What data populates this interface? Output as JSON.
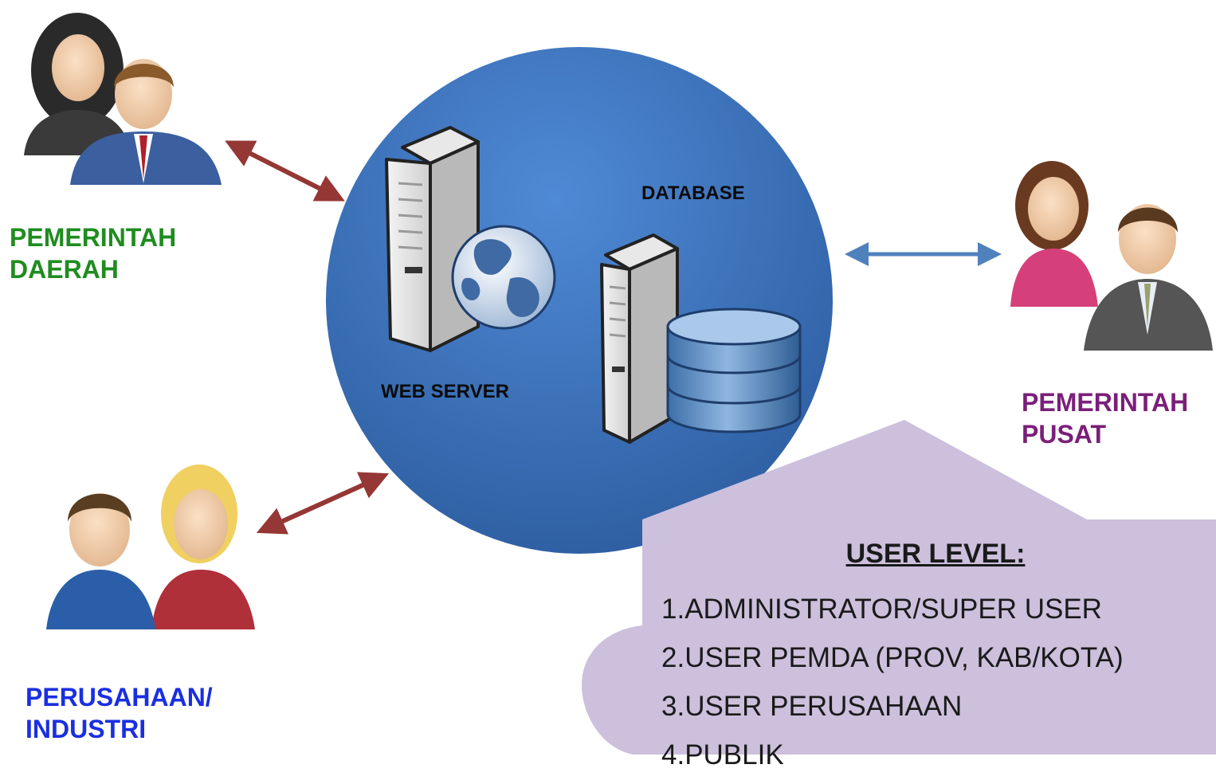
{
  "colors": {
    "server_circle": "#3a6fb5",
    "callout_fill": "#ccc0dd",
    "arrow_red": "#953735",
    "arrow_blue": "#4f81bd",
    "pemerintah_daerah": "#1f8c1f",
    "pemerintah_pusat": "#7a1f7a",
    "perusahaan": "#1a2fe0"
  },
  "actors": {
    "pemerintah_daerah": "PEMERINTAH\nDAERAH",
    "pemerintah_pusat": "PEMERINTAH\nPUSAT",
    "perusahaan": "PERUSAHAAN/\nINDUSTRI"
  },
  "server": {
    "web_server_label": "WEB SERVER",
    "database_label": "DATABASE"
  },
  "user_level": {
    "title": "USER LEVEL:",
    "items": [
      "1.ADMINISTRATOR/SUPER USER",
      "2.USER PEMDA (PROV, KAB/KOTA)",
      "3.USER PERUSAHAAN",
      "4.PUBLIK"
    ]
  },
  "icons": [
    "two-people-icon",
    "web-server-icon",
    "globe-icon",
    "database-server-icon",
    "database-cylinder-icon"
  ]
}
